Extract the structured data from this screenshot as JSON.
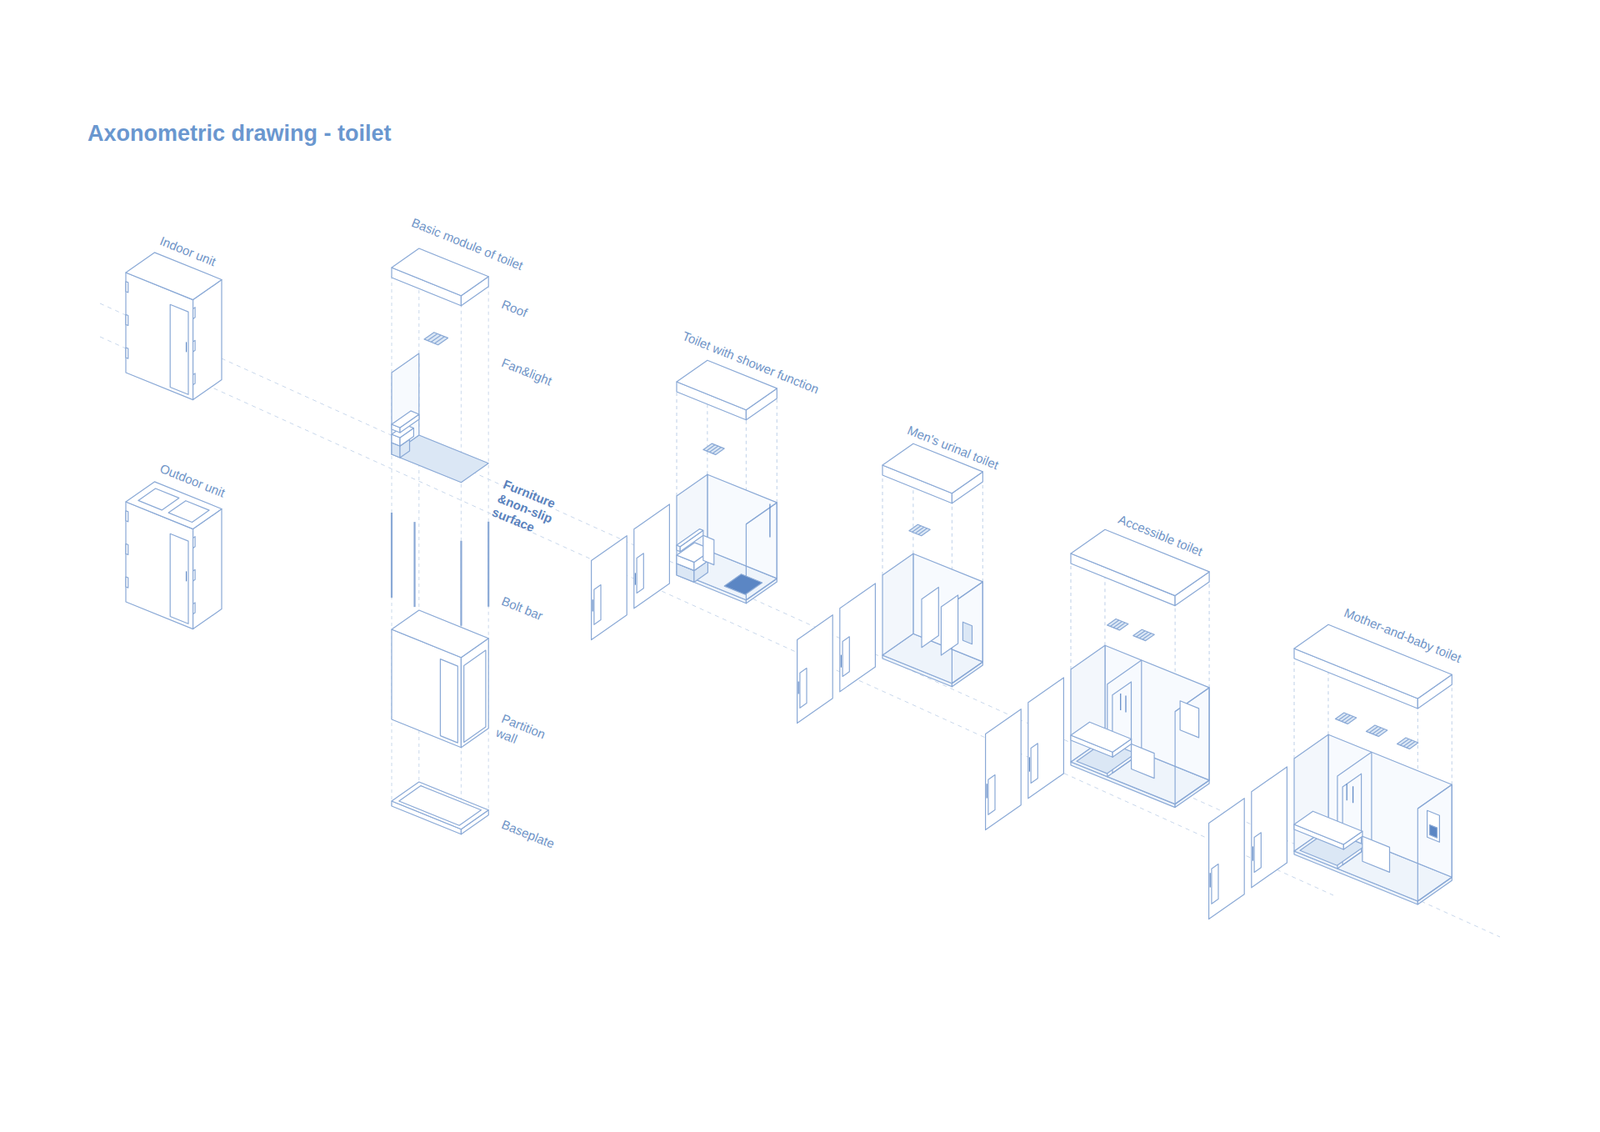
{
  "diagram": {
    "title": "Axonometric drawing - toilet",
    "labels": [
      "Indoor unit",
      "Outdoor unit",
      "Basic module of toilet",
      "Roof",
      "Fan&light",
      "Furniture &non-slip surface",
      "Bolt bar",
      "Partition wall",
      "Baseplate",
      "Toilet with shower function",
      "Men's urinal toilet",
      "Accessible toilet",
      "Mother-and-baby toilet"
    ]
  }
}
